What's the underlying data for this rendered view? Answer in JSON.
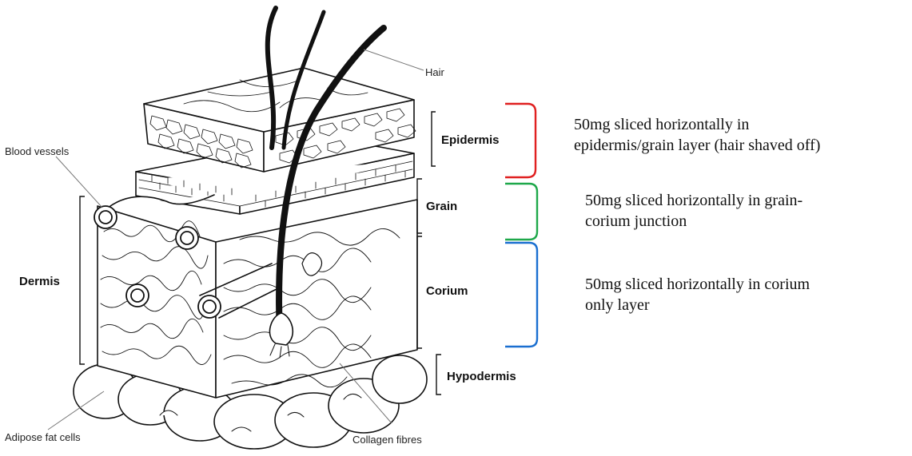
{
  "labels": {
    "hair": "Hair",
    "blood_vessels": "Blood vessels",
    "epidermis": "Epidermis",
    "grain": "Grain",
    "dermis": "Dermis",
    "corium": "Corium",
    "hypodermis": "Hypodermis",
    "adipose": "Adipose fat cells",
    "collagen": "Collagen fibres"
  },
  "notes": [
    {
      "line1": "50mg sliced horizontally in",
      "line2": "epidermis/grain layer (hair shaved off)"
    },
    {
      "line1": "50mg sliced horizontally in grain-",
      "line2": "corium junction"
    },
    {
      "line1": "50mg sliced horizontally in corium",
      "line2": "only layer"
    }
  ],
  "colors": {
    "epidermis_bracket": "#e02020",
    "grain_bracket": "#1ea84a",
    "corium_bracket": "#1a6fd0",
    "ink": "#111111"
  }
}
